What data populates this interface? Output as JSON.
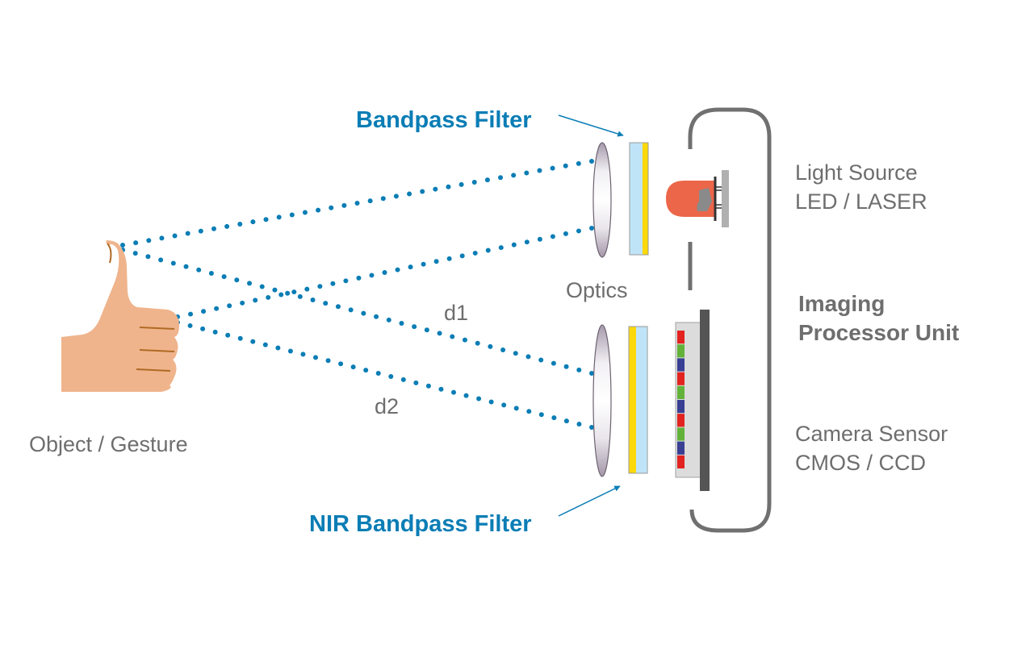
{
  "labels": {
    "bandpass_filter": "Bandpass Filter",
    "nir_bandpass_filter": "NIR Bandpass Filter",
    "optics": "Optics",
    "d1": "d1",
    "d2": "d2",
    "object": "Object / Gesture",
    "light_source": "Light Source",
    "light_source_type": "LED / LASER",
    "imaging_line1": "Imaging",
    "imaging_line2": "Processor Unit",
    "camera_sensor": "Camera Sensor",
    "camera_sensor_type": "CMOS / CCD"
  },
  "colors": {
    "accent_blue": "#0a7db5",
    "text_gray": "#6e6e6e",
    "skin": "#efb48c",
    "skin_line": "#b06a24",
    "led": "#ec6649",
    "filter_blue": "#bfe4f8",
    "filter_yellow": "#fbd80a",
    "housing": "#707070",
    "sensor_board": "#555555",
    "sensor_bg": "#dcdcdc",
    "pixel_red": "#e2231f",
    "pixel_green": "#62b23a",
    "pixel_blue": "#393f93"
  },
  "sensor_pixels": [
    "red",
    "green",
    "blue",
    "red",
    "green",
    "blue",
    "red",
    "green",
    "blue",
    "red"
  ]
}
